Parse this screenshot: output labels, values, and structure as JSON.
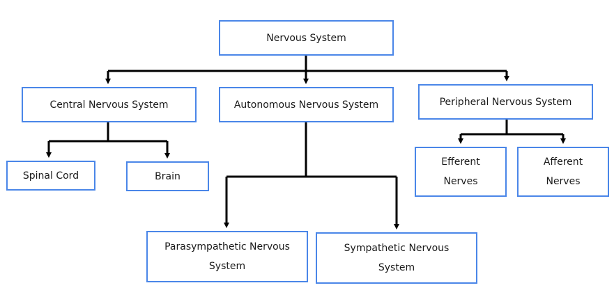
{
  "diagram": {
    "line_color": "#000000",
    "border_color": "#4a86e8",
    "nodes": {
      "root": "Nervous System",
      "cns": "Central Nervous System",
      "ans": "Autonomous Nervous System",
      "pns": "Peripheral Nervous System",
      "spinal": "Spinal Cord",
      "brain": "Brain",
      "efferent": {
        "line1": "Efferent",
        "line2": "Nerves"
      },
      "afferent": {
        "line1": "Afferent",
        "line2": "Nerves"
      },
      "parasympathetic": {
        "line1": "Parasympathetic Nervous",
        "line2": "System"
      },
      "sympathetic": {
        "line1": "Sympathetic Nervous",
        "line2": "System"
      }
    },
    "edges": [
      [
        "root",
        "cns"
      ],
      [
        "root",
        "ans"
      ],
      [
        "root",
        "pns"
      ],
      [
        "cns",
        "spinal"
      ],
      [
        "cns",
        "brain"
      ],
      [
        "ans",
        "parasympathetic"
      ],
      [
        "ans",
        "sympathetic"
      ],
      [
        "pns",
        "efferent"
      ],
      [
        "pns",
        "afferent"
      ]
    ]
  }
}
